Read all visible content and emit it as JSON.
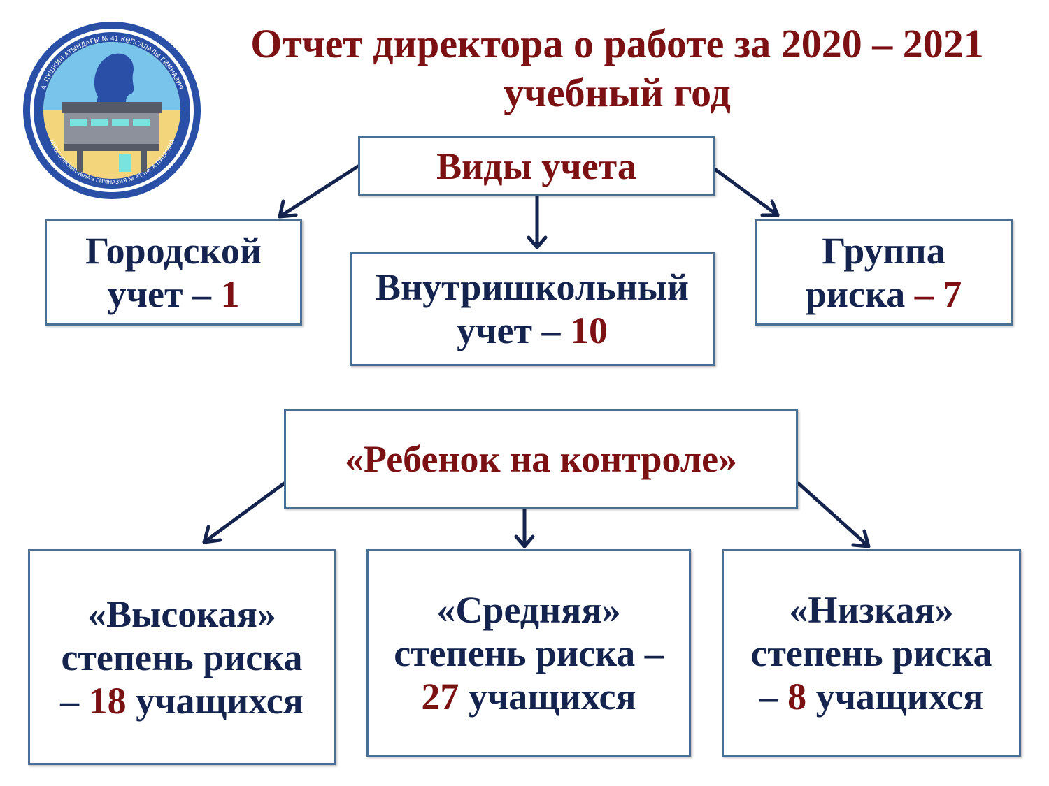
{
  "title": "Отчет директора о работе за 2020 – 2021 учебный год",
  "colors": {
    "dark_red": "#7b1113",
    "navy": "#14244e",
    "border": "#4a6f95"
  },
  "logo": {
    "icon": "gymnasium-emblem-logo",
    "text_top": "А. ПУШКИН АТЫНДАҒЫ № 41 КӨПСАЛАЛЫ ГИМНАЗИЯ",
    "text_bottom": "МНОГОПРОФИЛЬНАЯ ГИМНАЗИЯ № 41 им. А.ПУШКИНА"
  },
  "types": {
    "root": "Виды учета",
    "city": {
      "line1": "Городской",
      "line2": "учет – ",
      "num": "1"
    },
    "school": {
      "line1": "Внутришкольный",
      "line2": "учет – ",
      "num": "10"
    },
    "risk": {
      "line1": "Группа",
      "line2": "риска ",
      "num": "– 7"
    }
  },
  "control": {
    "root": "«Ребенок на контроле»",
    "high": {
      "line1": "«Высокая»",
      "line2": "степень риска",
      "pre": "– ",
      "num": "18",
      "post": " учащихся"
    },
    "medium": {
      "line1": "«Средняя»",
      "line2": "степень риска –",
      "pre": "",
      "num": "27",
      "post": " учащихся"
    },
    "low": {
      "line1": "«Низкая»",
      "line2": "степень риска",
      "pre": "– ",
      "num": "8",
      "post": " учащихся"
    }
  }
}
